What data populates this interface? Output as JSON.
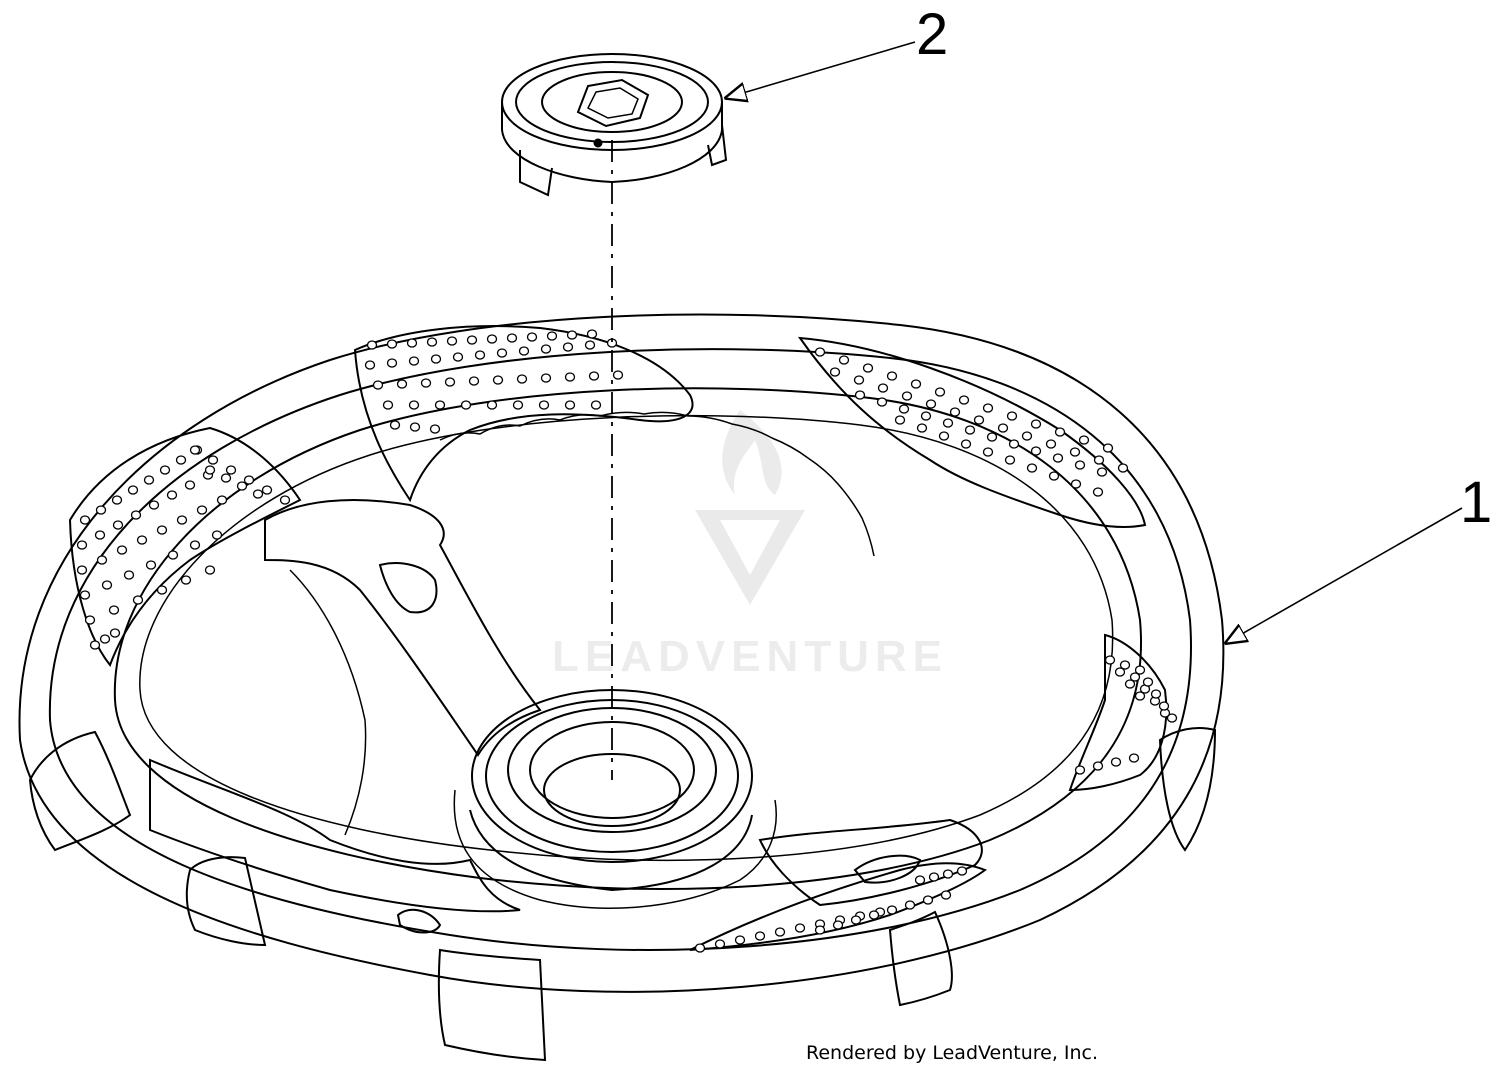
{
  "callouts": {
    "part_1": "1",
    "part_2": "2"
  },
  "watermark": {
    "text": "LEADVENTURE"
  },
  "footer": {
    "credit": "Rendered by LeadVenture, Inc."
  },
  "colors": {
    "line": "#000000",
    "background": "#ffffff",
    "watermark": "#cfcfcf"
  }
}
